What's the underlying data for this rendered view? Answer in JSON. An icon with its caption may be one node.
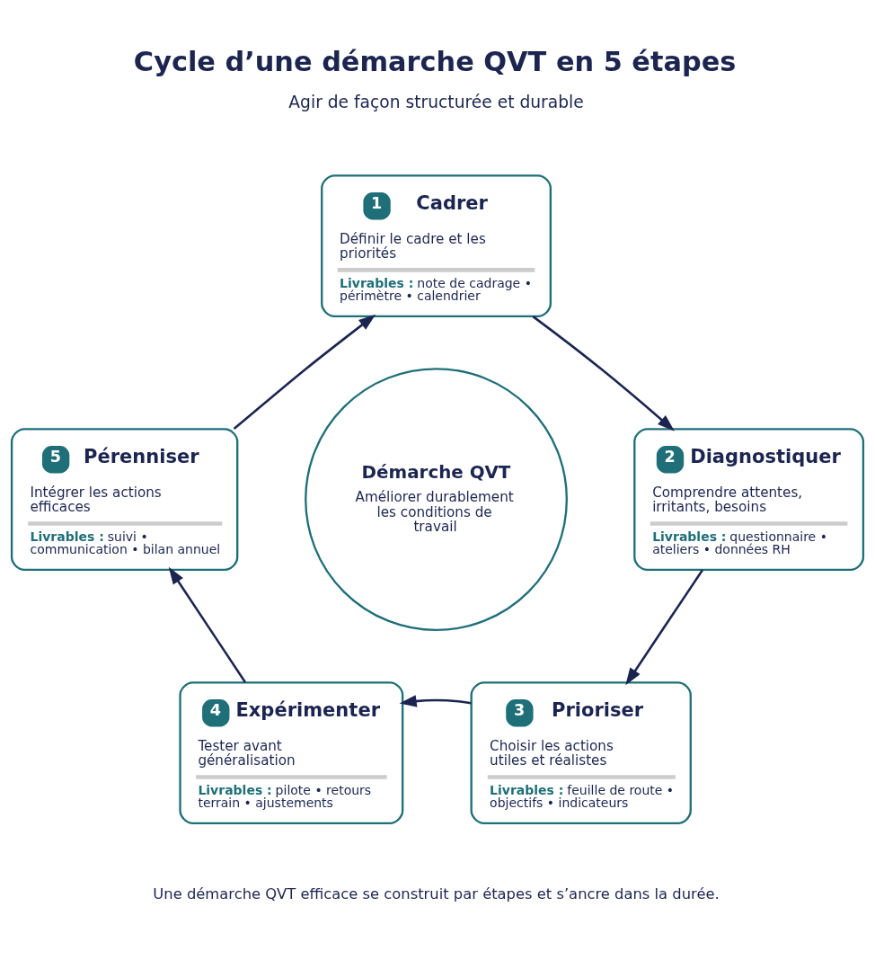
{
  "diagram": {
    "title": "Cycle d’une démarche QVT en 5 étapes",
    "caption": "Une démarche QVT efficace se construit par étapes et s’ancre dans la durée.",
    "nodes": [
      {
        "text": [
          "1",
          "Cadrer",
          "Définir le cadre et les priorités",
          "**Livrables :** note de cadrage • périmètre • calendrier"
        ]
      },
      {
        "text": [
          "2",
          "Diagnostiquer",
          "Comprendre attentes, irritants, besoins",
          "**Livrables :** questionnaire • ateliers • données RH"
        ]
      },
      {
        "text": [
          "3",
          "Prioriser",
          "Choisir les actions utiles et réalistes",
          "**Livrables :** feuille de route • objectifs • indicateurs"
        ]
      },
      {
        "text": [
          "4",
          "Expérimenter",
          "Tester avant généralisation",
          "**Livrables :** pilote • retours terrain • ajustements"
        ]
      },
      {
        "text": [
          "5",
          "Pérenniser",
          "Intégrer les actions efficaces",
          "**Livrables :** suivi • communication • bilan annuel"
        ]
      },
      {
        "text": [
          "Démarche QVT",
          "Améliorer durablement les conditions de travail"
        ]
      }
    ],
    "edges": [
      {
        "from": 0,
        "to": 1,
        "arrow": "to"
      },
      {
        "from": 1,
        "to": 2,
        "arrow": "to"
      },
      {
        "from": 2,
        "to": 3,
        "arrow": "to"
      },
      {
        "from": 3,
        "to": 4,
        "arrow": "to"
      },
      {
        "from": 4,
        "to": 0,
        "arrow": "to"
      }
    ],
    "labels": [
      "Agir de façon structurée et durable"
    ]
  }
}
